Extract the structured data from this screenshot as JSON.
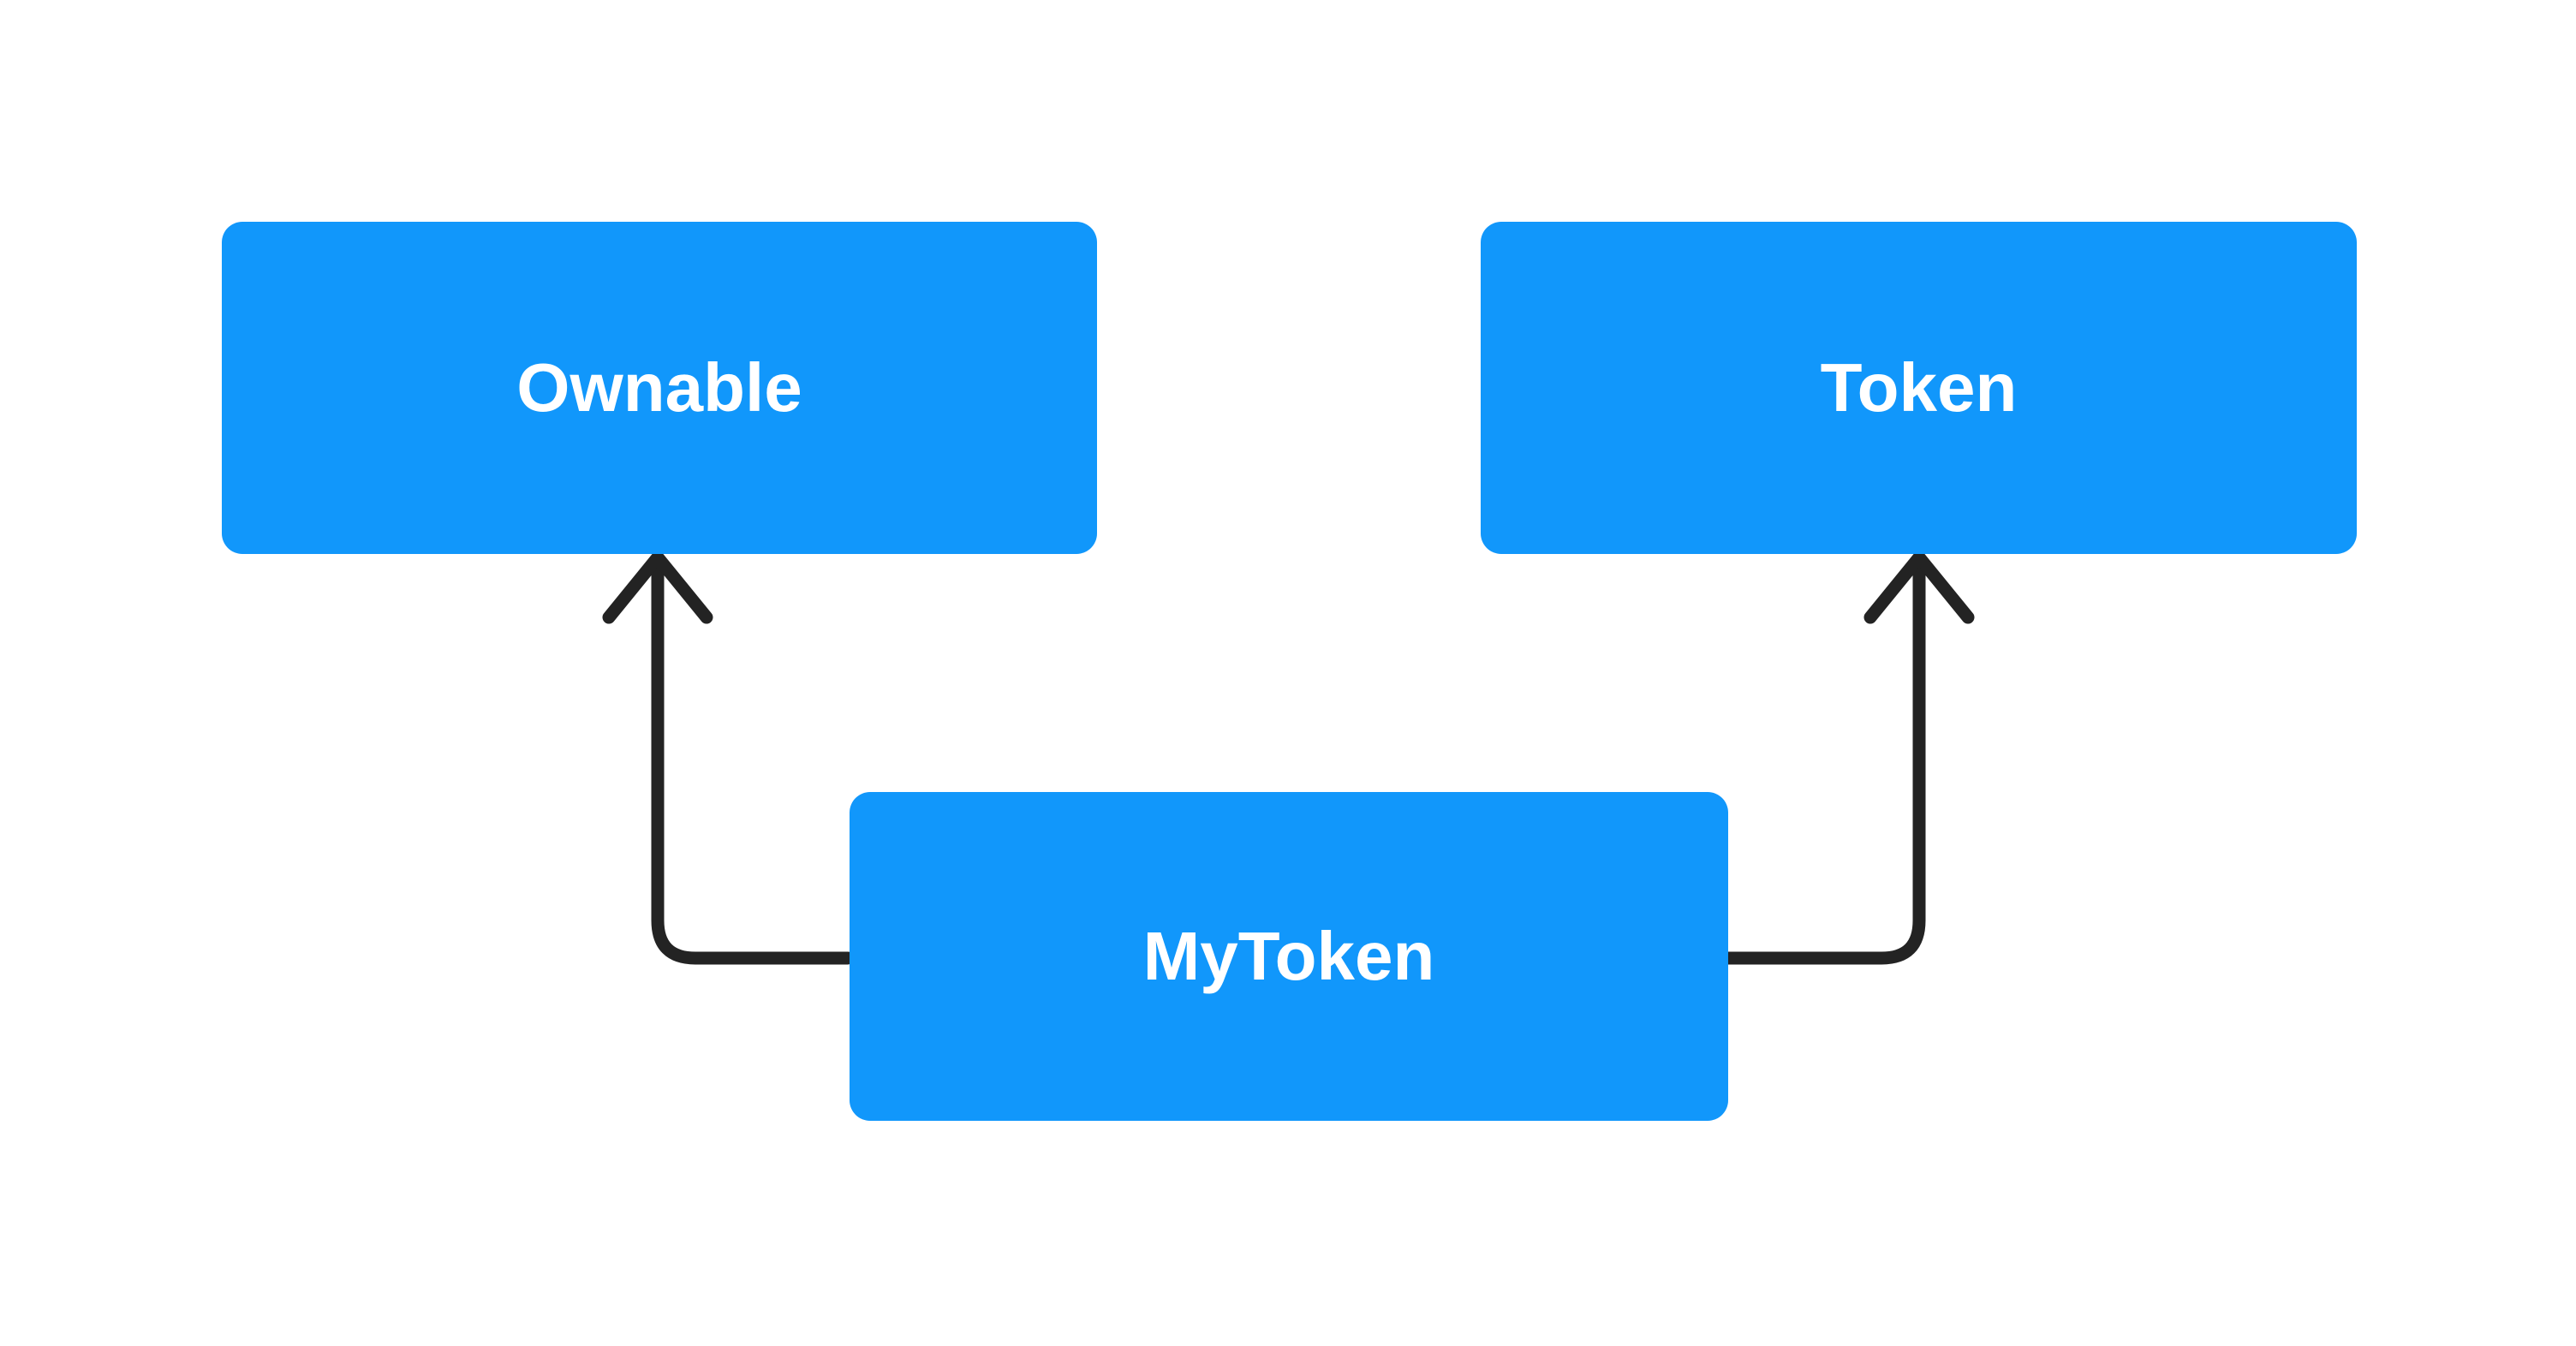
{
  "diagram": {
    "colors": {
      "canvas_bg": "#ffffff",
      "node_fill": "#1197fb",
      "node_text": "#ffffff",
      "connector": "#232323"
    },
    "nodes": [
      {
        "id": "ownable",
        "label": "Ownable"
      },
      {
        "id": "token",
        "label": "Token"
      },
      {
        "id": "mytoken",
        "label": "MyToken"
      }
    ],
    "edges": [
      {
        "from": "mytoken",
        "to": "ownable",
        "style": "elbow-arrow-up"
      },
      {
        "from": "mytoken",
        "to": "token",
        "style": "elbow-arrow-up"
      }
    ]
  }
}
